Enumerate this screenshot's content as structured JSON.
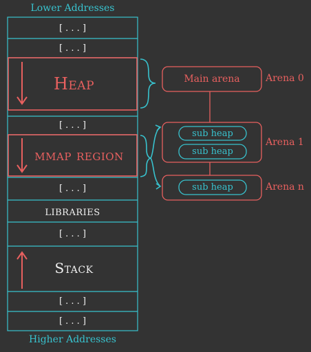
{
  "headers": {
    "top": "Lower Addresses",
    "bottom": "Higher Addresses"
  },
  "memory_segments": [
    {
      "label": "[ . . . ]"
    },
    {
      "label": "[ . . . ]"
    },
    {
      "label": "Heap"
    },
    {
      "label": "[ . . . ]"
    },
    {
      "label": "mmap region"
    },
    {
      "label": "[ . . . ]"
    },
    {
      "label": "libraries"
    },
    {
      "label": "[ . . . ]"
    },
    {
      "label": "Stack"
    },
    {
      "label": "[ . . . ]"
    },
    {
      "label": "[ . . . ]"
    }
  ],
  "arenas": [
    {
      "name": "Arena 0",
      "content": "Main arena"
    },
    {
      "name": "Arena 1",
      "sub_heaps": [
        "sub heap",
        "sub heap"
      ]
    },
    {
      "name": "Arena n",
      "sub_heaps": [
        "sub heap"
      ]
    }
  ],
  "colors": {
    "background": "#333333",
    "teal": "#38c3cf",
    "red": "#e8605f",
    "white": "#f0f0f0"
  }
}
